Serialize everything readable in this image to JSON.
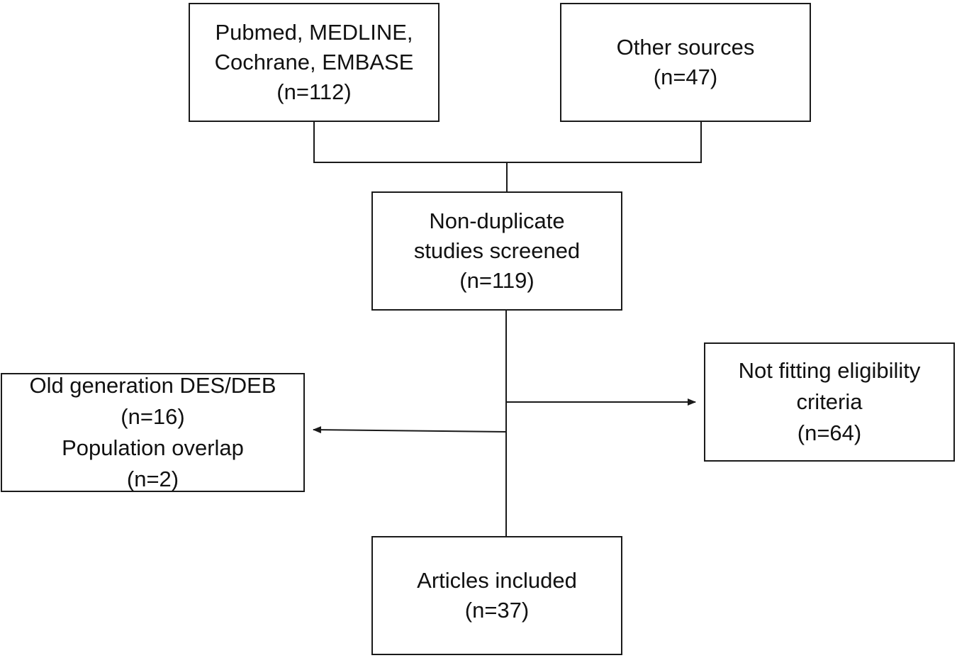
{
  "flowchart": {
    "source_databases": {
      "lines": [
        "Pubmed, MEDLINE,",
        "Cochrane, EMBASE",
        "(n=112)"
      ]
    },
    "source_other": {
      "lines": [
        "Other sources",
        "(n=47)"
      ]
    },
    "screened": {
      "lines": [
        "Non-duplicate",
        "studies screened",
        "(n=119)"
      ]
    },
    "excluded_left": {
      "lines": [
        "Old generation DES/DEB",
        "(n=16)",
        "Population overlap",
        "(n=2)"
      ]
    },
    "excluded_right": {
      "lines": [
        "Not fitting eligibility",
        "criteria",
        "(n=64)"
      ]
    },
    "included": {
      "lines": [
        "Articles included",
        "(n=37)"
      ]
    }
  },
  "colors": {
    "stroke": "#1a1a1a",
    "background": "#ffffff",
    "text": "#111111"
  }
}
